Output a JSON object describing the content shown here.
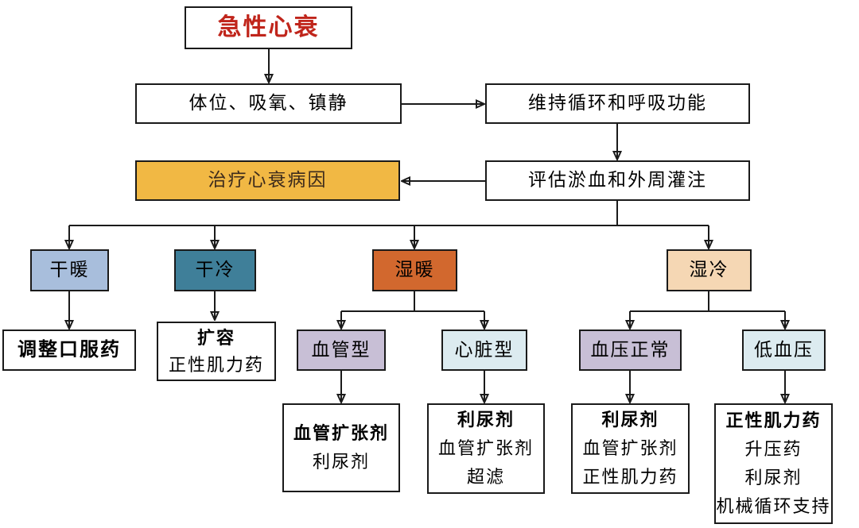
{
  "diagram": {
    "nodes": {
      "start": {
        "label": "急性心衰"
      },
      "posture": {
        "label": "体位、吸氧、镇静"
      },
      "maintain": {
        "label": "维持循环和呼吸功能"
      },
      "treat_cause": {
        "label": "治疗心衰病因"
      },
      "assess": {
        "label": "评估淤血和外周灌注"
      },
      "dry_warm": {
        "label": "干暖"
      },
      "dry_cold": {
        "label": "干冷"
      },
      "wet_warm": {
        "label": "湿暖"
      },
      "wet_cold": {
        "label": "湿冷"
      },
      "adjust_oral": {
        "label": "调整口服药"
      },
      "volume_expansion": {
        "title": "扩容",
        "lines": [
          "正性肌力药"
        ]
      },
      "vascular_type": {
        "label": "血管型"
      },
      "cardiac_type": {
        "label": "心脏型"
      },
      "normal_bp": {
        "label": "血压正常"
      },
      "low_bp": {
        "label": "低血压"
      },
      "vasodilator": {
        "title": "血管扩张剂",
        "lines": [
          "利尿剂"
        ]
      },
      "diuretic_cardiac": {
        "title": "利尿剂",
        "lines": [
          "血管扩张剂",
          "超滤"
        ]
      },
      "diuretic_normal_bp": {
        "title": "利尿剂",
        "lines": [
          "血管扩张剂",
          "正性肌力药"
        ]
      },
      "inotrope_low_bp": {
        "title": "正性肌力药",
        "lines": [
          "升压药",
          "利尿剂",
          "机械循环支持"
        ]
      }
    },
    "colors": {
      "title_text": "#c0251b",
      "border": "#1a1a1a",
      "gold": "#f1b844",
      "periwinkle": "#a8bedc",
      "teal": "#3f7f99",
      "orange": "#d2682e",
      "peach": "#f5d7b4",
      "lavender": "#c8bfd6",
      "light_blue": "#dcebf0"
    }
  }
}
